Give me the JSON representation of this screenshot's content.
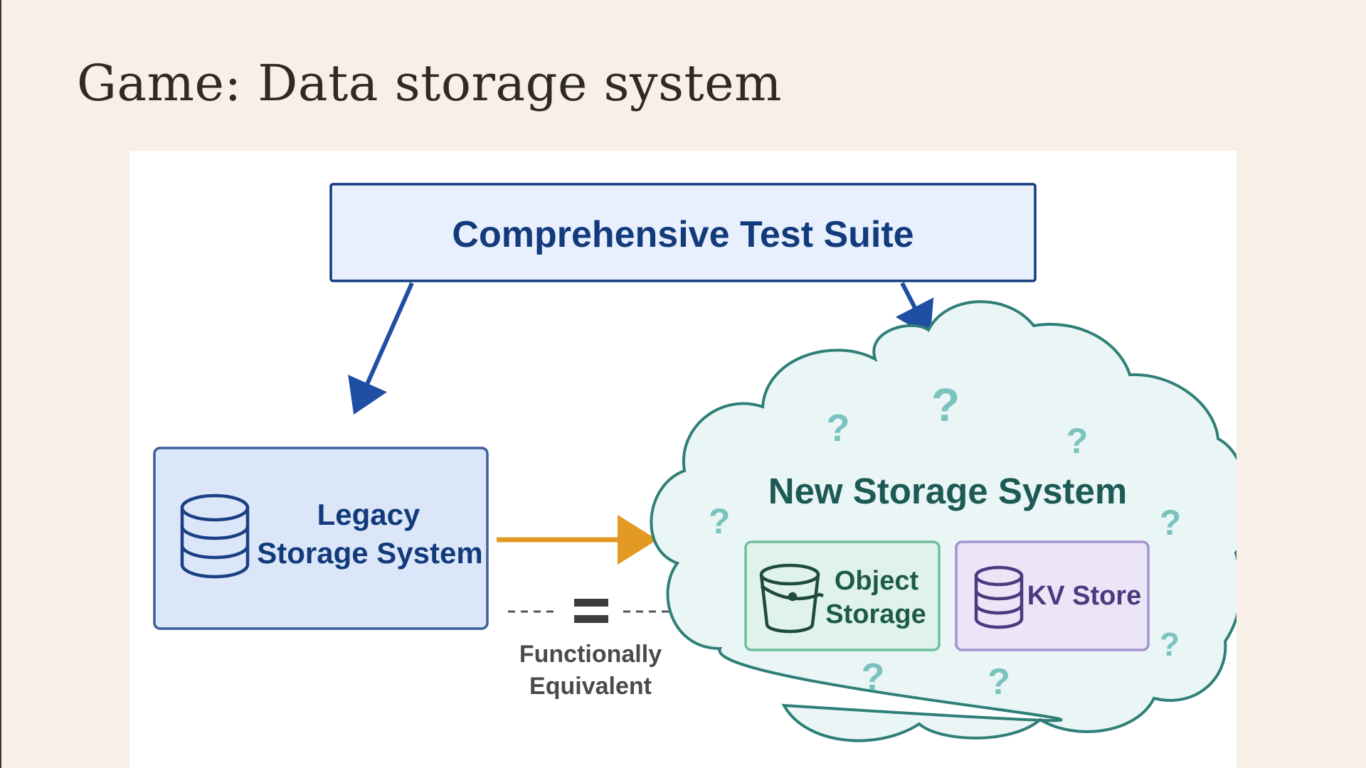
{
  "slide": {
    "title": "Game: Data storage system"
  },
  "diagram": {
    "test_suite": {
      "label": "Comprehensive Test Suite"
    },
    "legacy": {
      "label_line1": "Legacy",
      "label_line2": "Storage System",
      "icon": "database-icon"
    },
    "new_system": {
      "label": "New Storage System",
      "unknown_mark": "?",
      "object_storage": {
        "line1": "Object",
        "line2": "Storage",
        "icon": "bucket-icon"
      },
      "kv_store": {
        "label": "KV Store",
        "icon": "database-icon"
      }
    },
    "equivalence": {
      "symbol": "=",
      "line1": "Functionally",
      "line2": "Equivalent"
    }
  },
  "colors": {
    "background": "#f8efe6",
    "navy": "#123a7c",
    "arrow_blue": "#1f4fa3",
    "test_fill": "#e7f0fc",
    "legacy_fill": "#dbe7f8",
    "legacy_stroke": "#3d5f97",
    "cloud_fill": "#e9f6f5",
    "cloud_stroke": "#2f7f78",
    "teal_text": "#1d5a55",
    "question": "#7cc3c0",
    "object_fill": "#dff3ea",
    "object_stroke": "#6fbf9f",
    "object_text": "#1e5b45",
    "kv_fill": "#ece5f7",
    "kv_stroke": "#a492cf",
    "kv_text": "#4a3b80",
    "orange": "#e39a23",
    "equiv_text": "#4a4a4a"
  }
}
